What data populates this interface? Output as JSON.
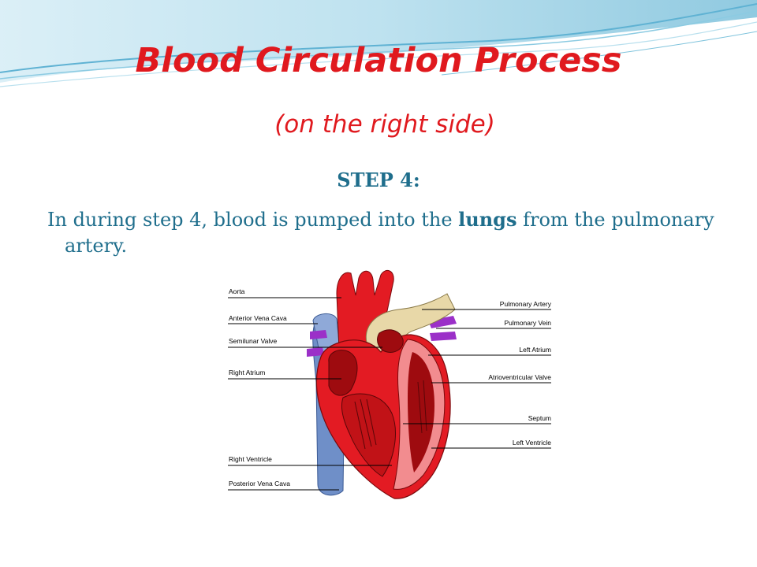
{
  "slide": {
    "title": "Blood Circulation Process",
    "subtitle": "(on the right side)",
    "step_heading": "STEP 4:",
    "body": {
      "before": "In during step 4, blood is pumped into the ",
      "emphasis": "lungs",
      "after": " from the pulmonary artery."
    }
  },
  "diagram": {
    "labels_left": [
      "Aorta",
      "Anterior Vena Cava",
      "Semilunar Valve",
      "Right Atrium",
      "Right Ventricle",
      "Posterior Vena Cava"
    ],
    "labels_right": [
      "Pulmonary Artery",
      "Pulmonary Vein",
      "Left Atrium",
      "Atrioventricular Valve",
      "Septum",
      "Left Ventricle"
    ]
  },
  "colors": {
    "title": "#e0191e",
    "text": "#1f6e8c",
    "wave": "#7fc3dc",
    "heart_red": "#e31b23",
    "heart_dark": "#9e0b0f",
    "heart_pink": "#f28c8f",
    "vein_blue": "#6f8fc8",
    "pulmonary_tan": "#e8d8a8",
    "pulmonary_vein_purple": "#9b30c8"
  }
}
